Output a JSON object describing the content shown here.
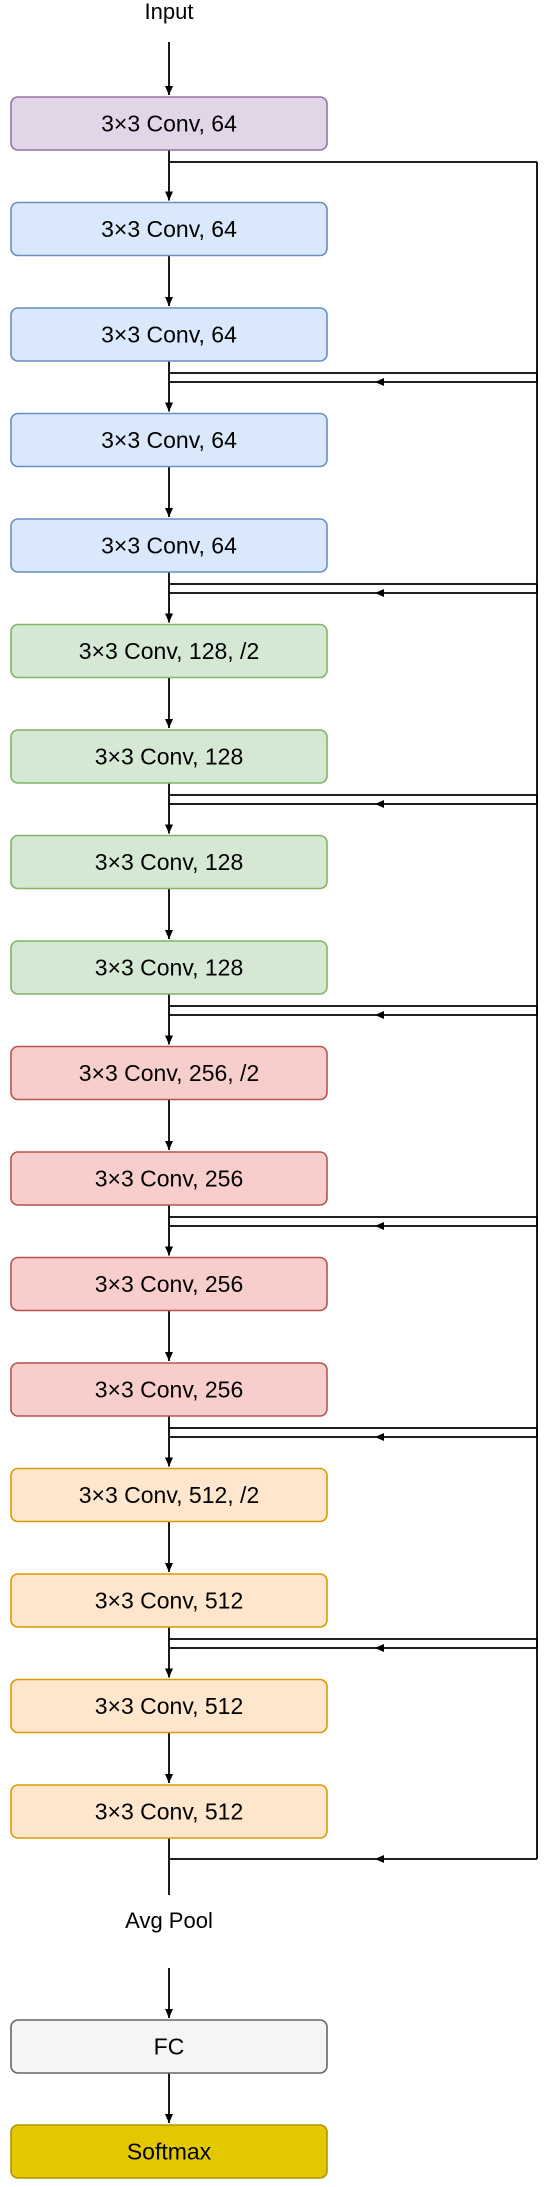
{
  "input_label": "Input",
  "avgpool_label": "Avg Pool",
  "colors": {
    "purple": {
      "fill": "#e1d5e7",
      "stroke": "#9673a6"
    },
    "blue": {
      "fill": "#dae8fc",
      "stroke": "#6c8ebf"
    },
    "green": {
      "fill": "#d5e8d4",
      "stroke": "#82b366"
    },
    "red": {
      "fill": "#f8cecc",
      "stroke": "#b85450"
    },
    "orange": {
      "fill": "#ffe6cc",
      "stroke": "#d79b00"
    },
    "gray": {
      "fill": "#f5f5f5",
      "stroke": "#666666"
    },
    "gold": {
      "fill": "#e3c800",
      "stroke": "#b09500"
    },
    "line": "#000000"
  },
  "layers": [
    {
      "label": "3×3 Conv, 64",
      "color": "purple"
    },
    {
      "label": "3×3 Conv, 64",
      "color": "blue"
    },
    {
      "label": "3×3 Conv, 64",
      "color": "blue"
    },
    {
      "label": "3×3 Conv, 64",
      "color": "blue"
    },
    {
      "label": "3×3 Conv, 64",
      "color": "blue"
    },
    {
      "label": "3×3 Conv, 128, /2",
      "color": "green"
    },
    {
      "label": "3×3 Conv, 128",
      "color": "green"
    },
    {
      "label": "3×3 Conv, 128",
      "color": "green"
    },
    {
      "label": "3×3 Conv, 128",
      "color": "green"
    },
    {
      "label": "3×3 Conv, 256, /2",
      "color": "red"
    },
    {
      "label": "3×3 Conv, 256",
      "color": "red"
    },
    {
      "label": "3×3 Conv, 256",
      "color": "red"
    },
    {
      "label": "3×3 Conv, 256",
      "color": "red"
    },
    {
      "label": "3×3 Conv, 512, /2",
      "color": "orange"
    },
    {
      "label": "3×3 Conv, 512",
      "color": "orange"
    },
    {
      "label": "3×3 Conv, 512",
      "color": "orange"
    },
    {
      "label": "3×3 Conv, 512",
      "color": "orange"
    }
  ],
  "head_layers": [
    {
      "label": "FC",
      "color": "gray"
    },
    {
      "label": "Softmax",
      "color": "gold"
    }
  ],
  "skip_connection_count": 8
}
